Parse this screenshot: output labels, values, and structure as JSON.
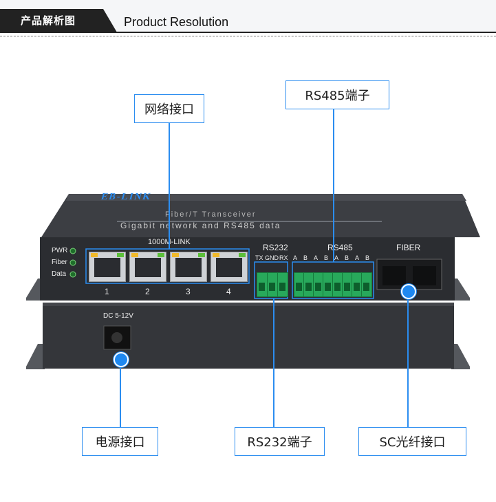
{
  "header": {
    "tag": "产品解析图",
    "title": "Product Resolution"
  },
  "callouts": {
    "network_port": "网络接口",
    "rs485_terminal": "RS485端子",
    "power_port": "电源接口",
    "rs232_terminal": "RS232端子",
    "sc_fiber_port": "SC光纤接口"
  },
  "device": {
    "brand": "EB-LINK",
    "subtitle": "Fiber/T Transceiver",
    "description": "Gigabit network and RS485 data",
    "indicators": [
      "PWR",
      "Fiber",
      "Data"
    ],
    "ethernet_group_label": "1000M-LINK",
    "ethernet_ports": [
      "1",
      "2",
      "3",
      "4"
    ],
    "rs232_label": "RS232",
    "rs232_pins": [
      "TX",
      "GND",
      "RX"
    ],
    "rs485_label": "RS485",
    "rs485_pins": [
      "A",
      "B",
      "A",
      "B",
      "A",
      "B",
      "A",
      "B"
    ],
    "fiber_label": "FIBER",
    "power_label": "DC 5-12V"
  },
  "colors": {
    "accent": "#1e88f0",
    "device_body": "#3a3c40",
    "terminal_green": "#28a95b"
  }
}
